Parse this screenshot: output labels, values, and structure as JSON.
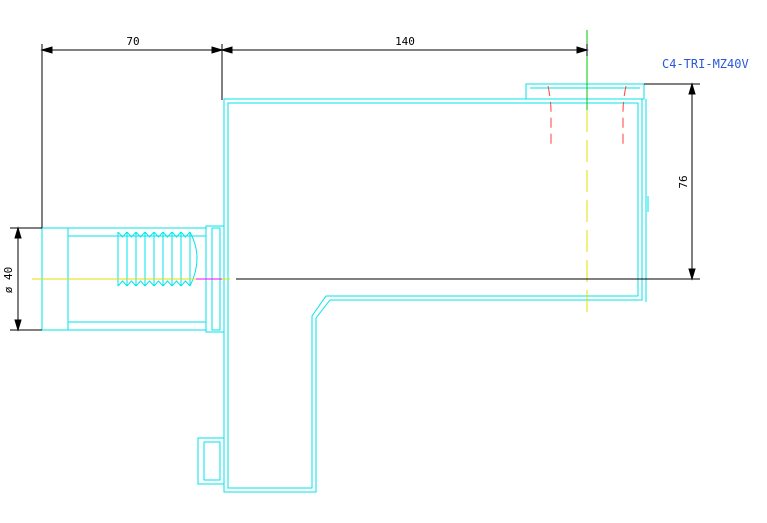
{
  "part_code": "C4-TRI-MZ40V",
  "dimensions": {
    "shank_length": "70",
    "body_length": "140",
    "height": "76",
    "shank_diameter": "ø 40"
  },
  "colors": {
    "outline": "#00e5ee",
    "dimension": "#000000",
    "center_green": "#00c800",
    "center_yellow": "#e0e000",
    "thread_red": "#ff4040",
    "label": "#2a5ad8"
  }
}
